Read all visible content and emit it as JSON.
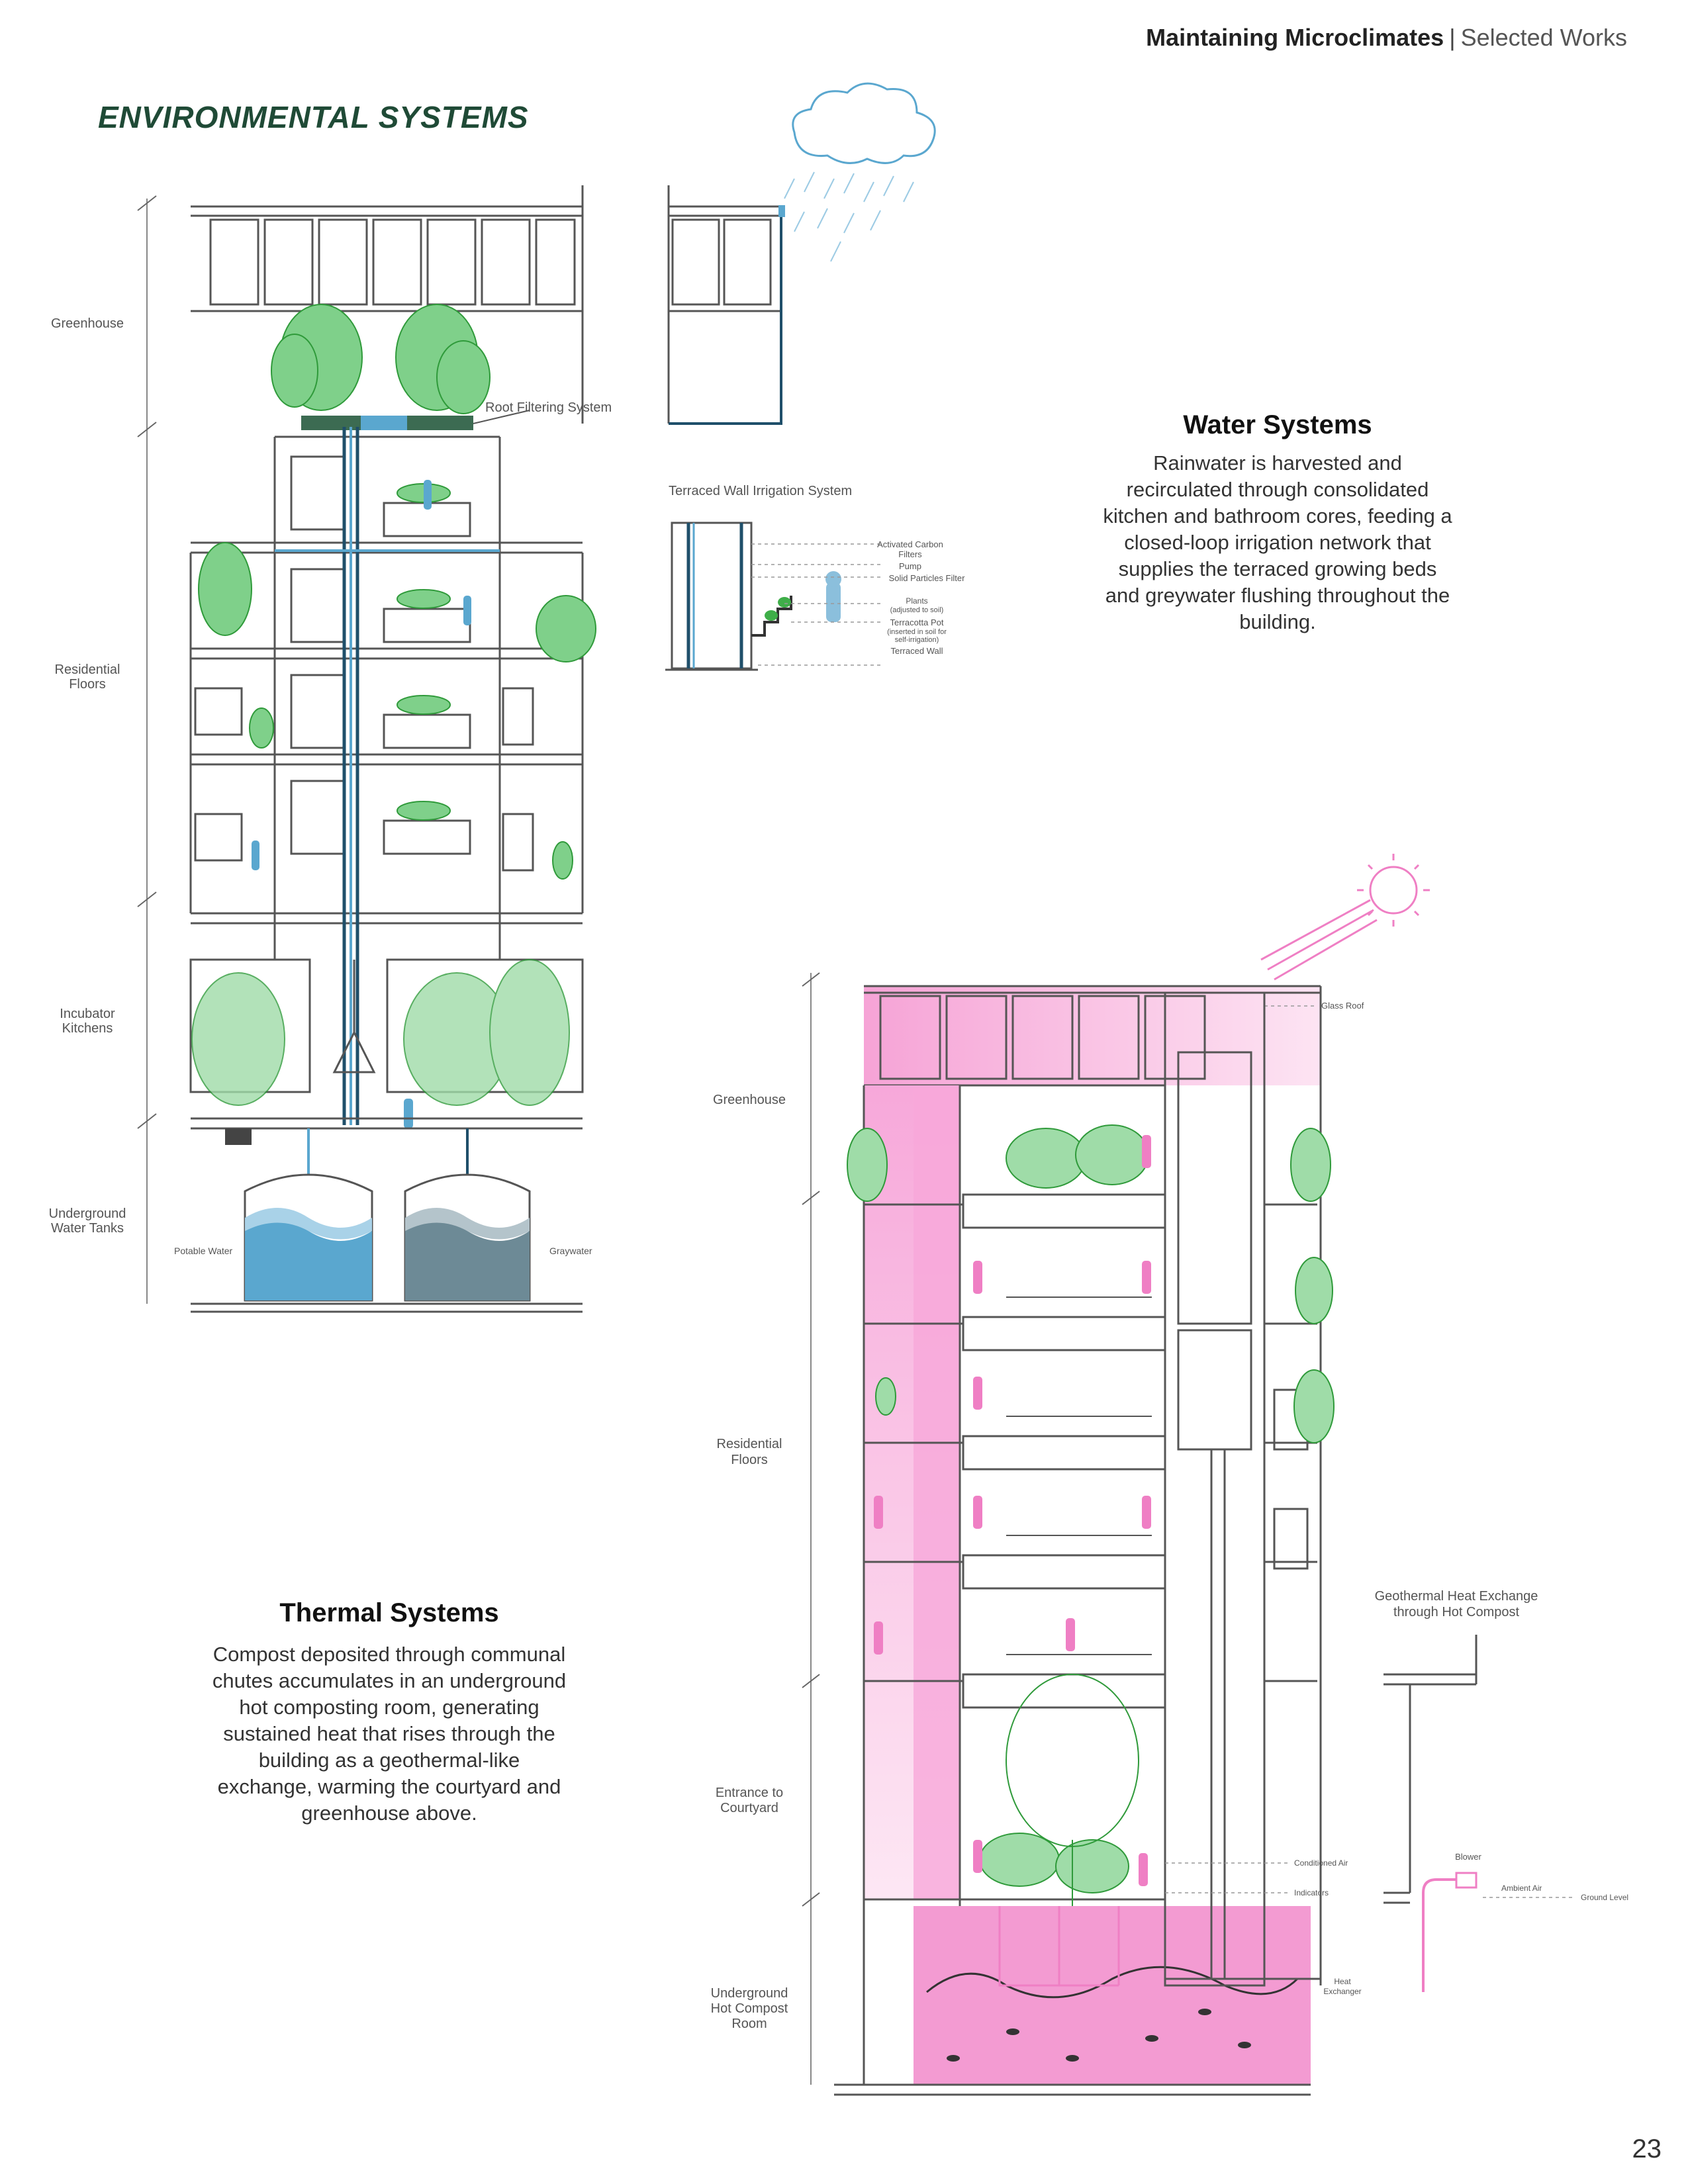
{
  "header": {
    "title": "Maintaining Microclimates",
    "separator": "|",
    "subtitle": "Selected Works"
  },
  "section_title": "ENVIRONMENTAL SYSTEMS",
  "water": {
    "title": "Water Systems",
    "body": "Rainwater is harvested and recirculated through consolidated kitchen and bathroom cores, feeding a closed-loop irrigation network that supplies the terraced growing beds and greywater flushing throughout the building.",
    "labels": {
      "greenhouse": "Greenhouse",
      "residential": [
        "Residential",
        "Floors"
      ],
      "incubator": [
        "Incubator",
        "Kitchens"
      ],
      "tanks": [
        "Underground",
        "Water Tanks"
      ],
      "root": "Root Filtering System",
      "potable": "Potable Water",
      "greywater": "Graywater"
    },
    "irrigation": {
      "title": "Terraced Wall Irrigation System",
      "items": [
        "Activated Carbon",
        "Filters",
        "Pump",
        "Solid Particles Filter",
        "Plants",
        "(adjusted to soil)",
        "Terracotta Pot",
        "(inserted in soil for",
        "self-irrigation)",
        "Terraced Wall"
      ]
    }
  },
  "thermal": {
    "title": "Thermal Systems",
    "body": "Compost deposited through communal chutes accumulates in an underground hot composting room, generating sustained heat that rises through the building as a geothermal-like exchange, warming the courtyard and greenhouse above.",
    "labels": {
      "greenhouse": "Greenhouse",
      "residential": [
        "Residential",
        "Floors"
      ],
      "entrance": [
        "Entrance to",
        "Courtyard"
      ],
      "compost": [
        "Underground",
        "Hot Compost",
        "Room"
      ],
      "glass_roof": "Glass Roof",
      "geo": [
        "Geothermal Heat Exchange",
        "through Hot Compost"
      ],
      "blower": "Blower",
      "ambient": "Ambient Air",
      "ground": "Ground Level",
      "conditioned": "Conditioned Air",
      "indicators": "Indicators",
      "heat_ex": [
        "Heat",
        "Exchanger"
      ]
    }
  },
  "page_number": "23",
  "colors": {
    "green": "#1f4a36",
    "plant": "#3fae49",
    "water": "#5aa7cf",
    "grey_water": "#6d8a96",
    "pink": "#ef7fc4",
    "pink_light": "#fbd0ea"
  }
}
